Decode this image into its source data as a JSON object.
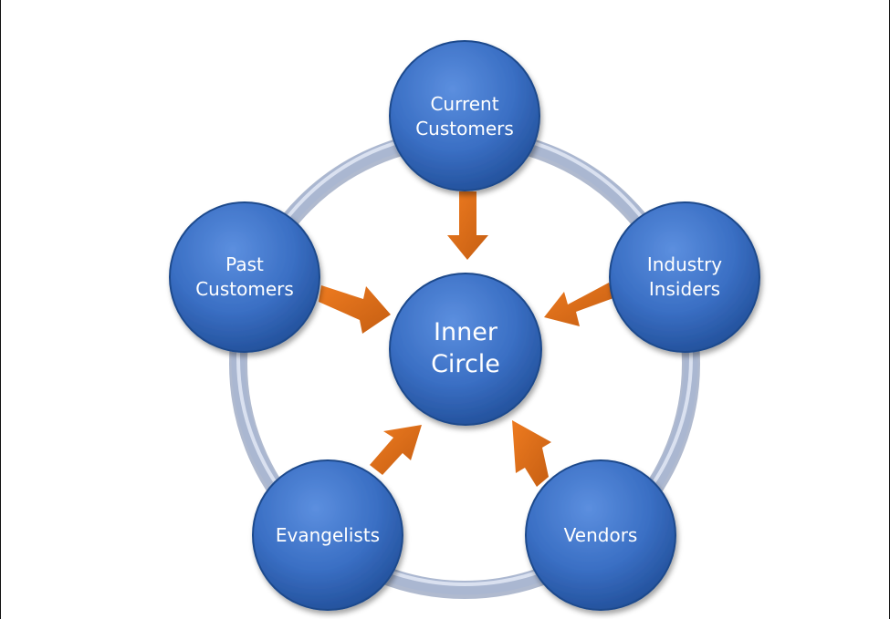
{
  "diagram": {
    "center": {
      "label_lines": [
        "Inner",
        "Circle"
      ]
    },
    "nodes": [
      {
        "id": "current-customers",
        "label_lines": [
          "Current",
          "Customers"
        ]
      },
      {
        "id": "industry-insiders",
        "label_lines": [
          "Industry",
          "Insiders"
        ]
      },
      {
        "id": "vendors",
        "label_lines": [
          "Vendors"
        ]
      },
      {
        "id": "evangelists",
        "label_lines": [
          "Evangelists"
        ]
      },
      {
        "id": "past-customers",
        "label_lines": [
          "Past",
          "Customers"
        ]
      }
    ]
  },
  "colors": {
    "node_fill": "#3a6fc4",
    "node_fill_light": "#5c8fdf",
    "node_fill_dark": "#1f4c95",
    "node_stroke": "#1f4a8c",
    "ring": "#aab7d1",
    "ring_light": "#dfe6f3",
    "ring_shadow": "#6f82a8",
    "arrow": "#ee7b20",
    "arrow_dark": "#c55e12",
    "label": "#ffffff",
    "background": "#ffffff"
  }
}
